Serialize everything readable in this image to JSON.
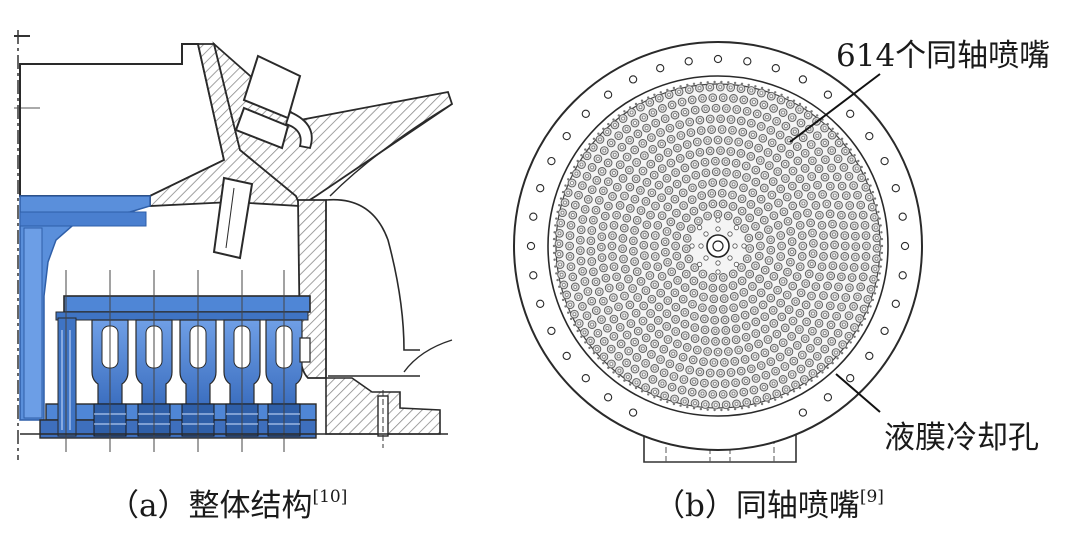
{
  "figure": {
    "panel_a": {
      "caption_prefix": "（a）",
      "caption_text": "整体结构",
      "caption_ref": "[10]"
    },
    "panel_b": {
      "caption_prefix": "（b）",
      "caption_text": "同轴喷嘴",
      "caption_ref": "[9]",
      "annotations": {
        "nozzles": "614个同轴喷嘴",
        "cooling_holes": "液膜冷却孔"
      }
    }
  },
  "colors": {
    "highlight": "#4f86d6",
    "highlight_dark": "#2f5fa8",
    "line": "#2a2a2a",
    "hatch": "#7a7a7a"
  }
}
